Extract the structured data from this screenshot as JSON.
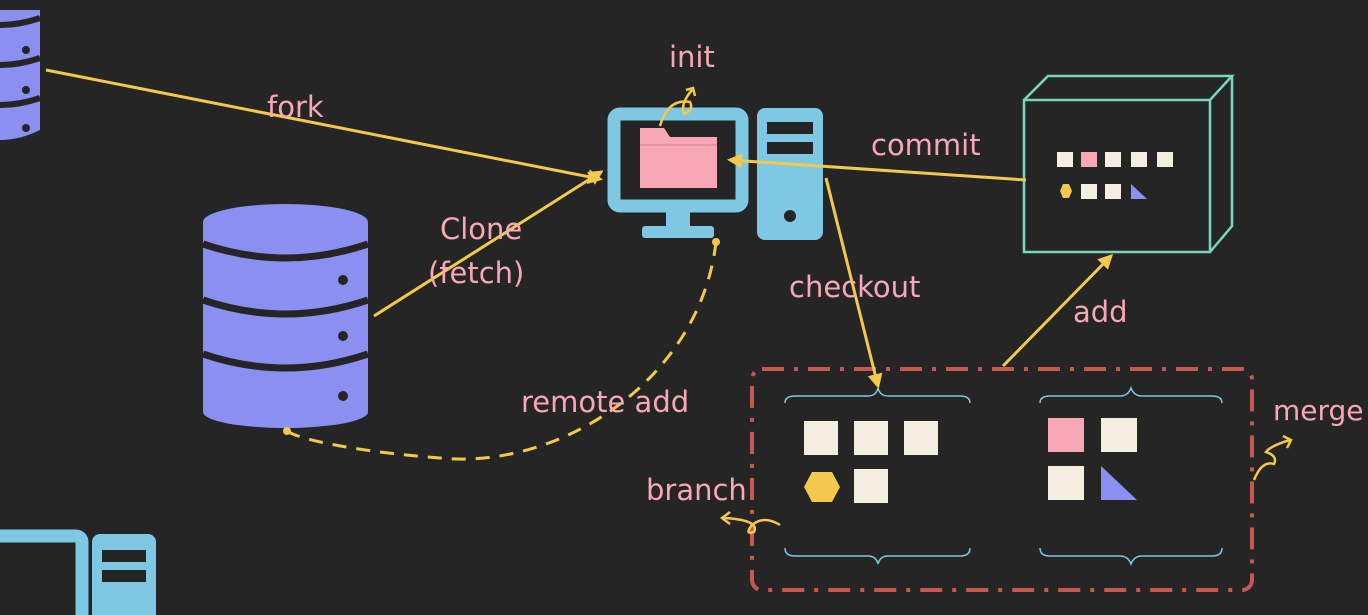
{
  "labels": {
    "init": "init",
    "fork": "fork",
    "clone_line1": "Clone",
    "clone_line2": "(fetch)",
    "commit": "commit",
    "checkout": "checkout",
    "add": "add",
    "remote_add": "remote add",
    "branch": "branch",
    "merge": "merge"
  },
  "colors": {
    "background": "#262526",
    "arrow": "#f2c94c",
    "label": "#f7a7b6",
    "database": "#8c8ff2",
    "computer": "#7fc8e3",
    "folder": "#f7a7b6",
    "staging_box": "#78d6c0",
    "branch_area_border": "#c7584f",
    "file_cream": "#f3eedf",
    "file_pink": "#f7a7b6",
    "file_yellow_hex": "#f2c94c",
    "file_blue_triangle": "#8c8ff2"
  },
  "icons": [
    "database-icon",
    "computer-icon",
    "folder-icon",
    "staging-box-icon",
    "file-icon"
  ]
}
